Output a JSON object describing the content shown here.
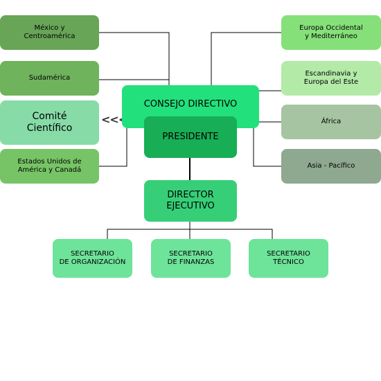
{
  "left_regions": [
    {
      "label": "México y\nCentroamérica",
      "color": "#68a557"
    },
    {
      "label": "Sudamérica",
      "color": "#6fb35c"
    },
    {
      "label": "Estados Unidos de\nAmérica y Canadá",
      "color": "#77c466"
    }
  ],
  "scientific_committee": {
    "label": "Comité\nCientífico",
    "color": "#86dba7"
  },
  "right_regions": [
    {
      "label": "Europa Occidental\ny Mediterráneo",
      "color": "#86e07a"
    },
    {
      "label": "Escandinavia y\nEuropa del Este",
      "color": "#b3eaa8"
    },
    {
      "label": "África",
      "color": "#a6c4a2"
    },
    {
      "label": "Asia - Pacífico",
      "color": "#8fa890"
    }
  ],
  "board": {
    "label": "CONSEJO DIRECTIVO",
    "color": "#22e07b"
  },
  "president": {
    "label": "PRESIDENTE",
    "color": "#17ae56"
  },
  "director": {
    "label": "DIRECTOR\nEJECUTIVO",
    "color": "#36cf78"
  },
  "secretaries": [
    {
      "label": "SECRETARIO\nDE ORGANIZACIÓN",
      "color": "#6ee39a"
    },
    {
      "label": "SECRETARIO\nDE FINANZAS",
      "color": "#6ee39a"
    },
    {
      "label": "SECRETARIO\nTÉCNICO",
      "color": "#6ee39a"
    }
  ],
  "arrow_marker": "<<<"
}
